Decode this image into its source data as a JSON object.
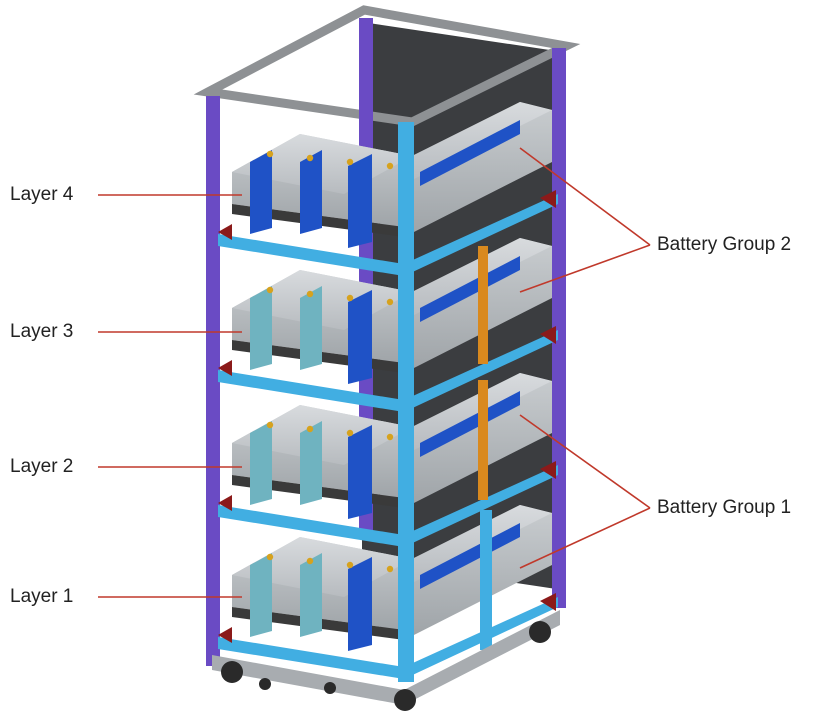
{
  "labels": {
    "layer4": "Layer 4",
    "layer3": "Layer 3",
    "layer2": "Layer 2",
    "layer1": "Layer 1",
    "group2": "Battery Group 2",
    "group1": "Battery Group 1"
  },
  "colors": {
    "frame_purple": "#6a4bc4",
    "frame_cyan": "#41aee2",
    "frame_gray": "#8e9194",
    "battery_gray": "#c6cacd",
    "strap_blue": "#1f52c6",
    "strap_teal": "#6fb3c0",
    "orange_bar": "#d9891e",
    "callout_red": "#c0392b",
    "back_panel": "#3b3d40",
    "wheel": "#2a2a2a"
  }
}
